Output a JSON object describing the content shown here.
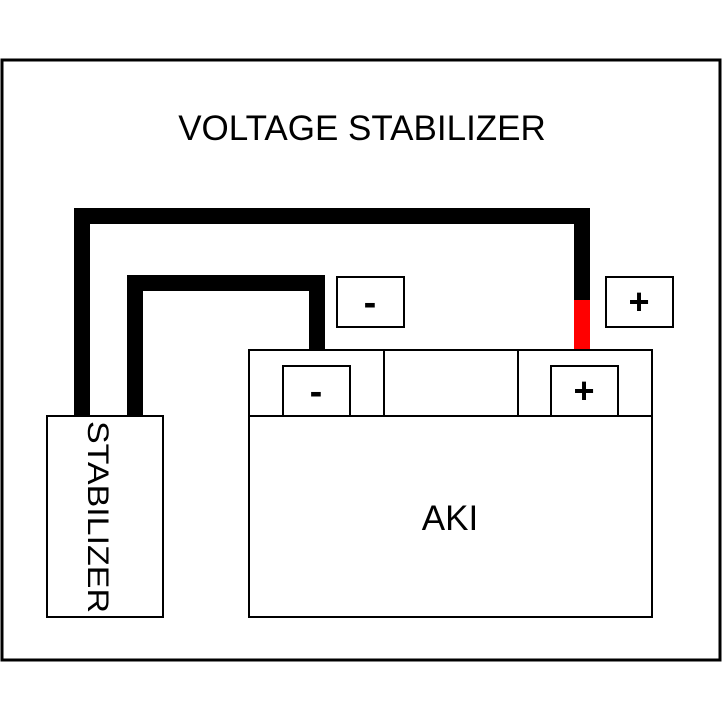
{
  "title": "VOLTAGE STABILIZER",
  "stabilizer_label": "STABILIZER",
  "battery_label": "AKI",
  "negative_label": "-",
  "positive_label": "+",
  "battery_negative_terminal": "-",
  "battery_positive_terminal": "+",
  "colors": {
    "wire": "#000000",
    "positive_wire_segment": "#ff0000",
    "outline": "#000000",
    "background": "#ffffff"
  }
}
